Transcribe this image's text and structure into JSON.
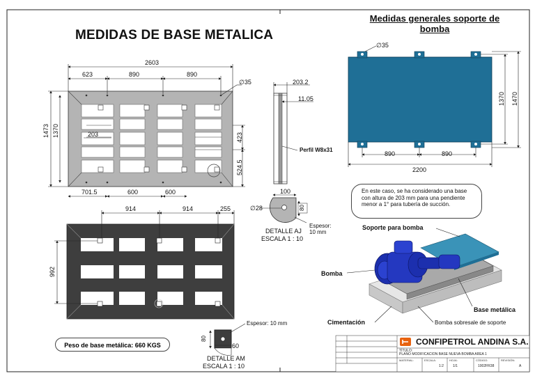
{
  "header": {
    "title": "MEDIDAS DE BASE METALICA",
    "right_title": "Medidas generales soporte de bomba"
  },
  "top_view": {
    "dims_top": [
      "2603",
      "623",
      "890",
      "890"
    ],
    "dims_left": [
      "1473",
      "1370"
    ],
    "dim_inner": "203",
    "dims_right": [
      "423",
      "524.5"
    ],
    "dims_bottom": [
      "701.5",
      "600",
      "600"
    ],
    "hole_dia": "∅35"
  },
  "profile_view": {
    "dims": [
      "203.2",
      "11.05"
    ],
    "label": "Perfil W8x31"
  },
  "detail_aj": {
    "dims": [
      "100",
      "80"
    ],
    "hole": "∅28",
    "thickness": "Espesor:\n10 mm",
    "label": "DETALLE AJ",
    "scale": "ESCALA 1 : 10"
  },
  "bottom_view": {
    "dims_top": [
      "914",
      "914",
      "255"
    ],
    "dim_left": "992"
  },
  "detail_am": {
    "dims": [
      "80",
      "60"
    ],
    "thickness": "Espesor: 10 mm",
    "label": "DETALLE AM",
    "scale": "ESCALA 1 : 10"
  },
  "weight_note": "Peso de base metálica: 660 KGS",
  "support_view": {
    "hole_dia": "∅35",
    "dims_right": [
      "1370",
      "1470"
    ],
    "dims_bottom": [
      "890",
      "890"
    ],
    "dim_total": "2200"
  },
  "note": "En este caso, se ha considerado una base con altura de 203 mm para una pendiente menor a 1° para tubería de succión.",
  "iso_labels": {
    "soporte": "Soporte para bomba",
    "bomba": "Bomba",
    "base": "Base metálica",
    "cimentacion": "Cimentación",
    "sobresale": "Bomba sobresale de soporte"
  },
  "title_block": {
    "company": "CONFIPETROL ANDINA S.A.",
    "titulo_label": "TÍTULO:",
    "titulo": "PLANO MODIFICACION BASE NUEVA BOMBA AREA 1",
    "material_label": "MATERIAL:",
    "escala_label": "ESCALA:",
    "escala": "1:2",
    "hoja_label": "HOJA:",
    "hoja": "1/1",
    "codigo_label": "CÓDIGO:",
    "codigo": "1002FR38",
    "revision_label": "REVISIÓN:",
    "revision": "A"
  },
  "colors": {
    "frame_gray": "#b4b4b4",
    "frame_dark": "#3e3e3e",
    "support_blue": "#1f6f96",
    "pump_blue": "#1c2fae"
  }
}
